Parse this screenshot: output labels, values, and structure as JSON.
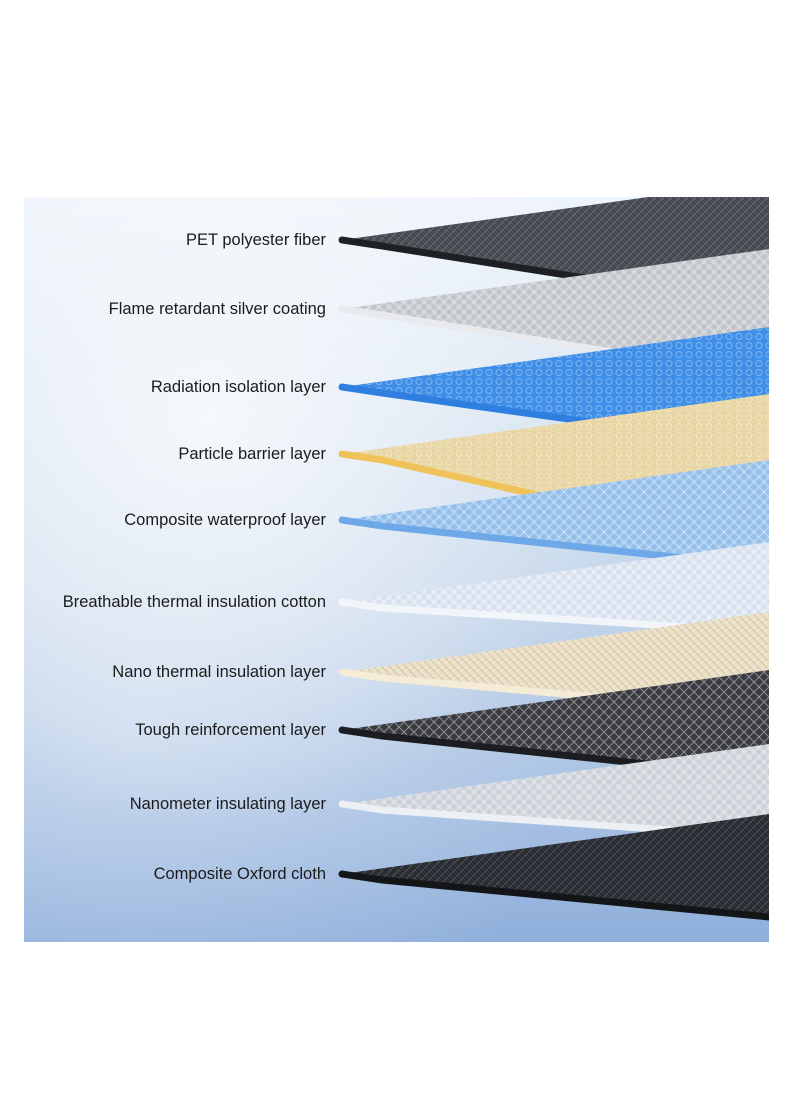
{
  "layers": [
    {
      "label": "PET polyester fiber",
      "color": "#4a4e55",
      "edge": "#1e2024",
      "pattern": "diag"
    },
    {
      "label": "Flame retardant silver coating",
      "color": "#c9ccd2",
      "edge": "#e8eaee",
      "pattern": "weave"
    },
    {
      "label": "Radiation isolation layer",
      "color": "#3f8fe8",
      "edge": "#2f7fe0",
      "pattern": "hex"
    },
    {
      "label": "Particle barrier layer",
      "color": "#e8d6a4",
      "edge": "#f0c35a",
      "pattern": "hex"
    },
    {
      "label": "Composite waterproof layer",
      "color": "#9cc6f0",
      "edge": "#6ea8e8",
      "pattern": "weave"
    },
    {
      "label": "Breathable thermal insulation cotton",
      "color": "#dfe8f5",
      "edge": "#f2f6fb",
      "pattern": "weave"
    },
    {
      "label": "Nano thermal insulation layer",
      "color": "#ece0c6",
      "edge": "#f5ecd8",
      "pattern": "diag"
    },
    {
      "label": "Tough reinforcement layer",
      "color": "#3b3d42",
      "edge": "#1c1d20",
      "pattern": "weave"
    },
    {
      "label": "Nanometer insulating layer",
      "color": "#d3d8df",
      "edge": "#eceff3",
      "pattern": "weave"
    },
    {
      "label": "Composite Oxford cloth",
      "color": "#2c2f35",
      "edge": "#141517",
      "pattern": "diag"
    }
  ]
}
